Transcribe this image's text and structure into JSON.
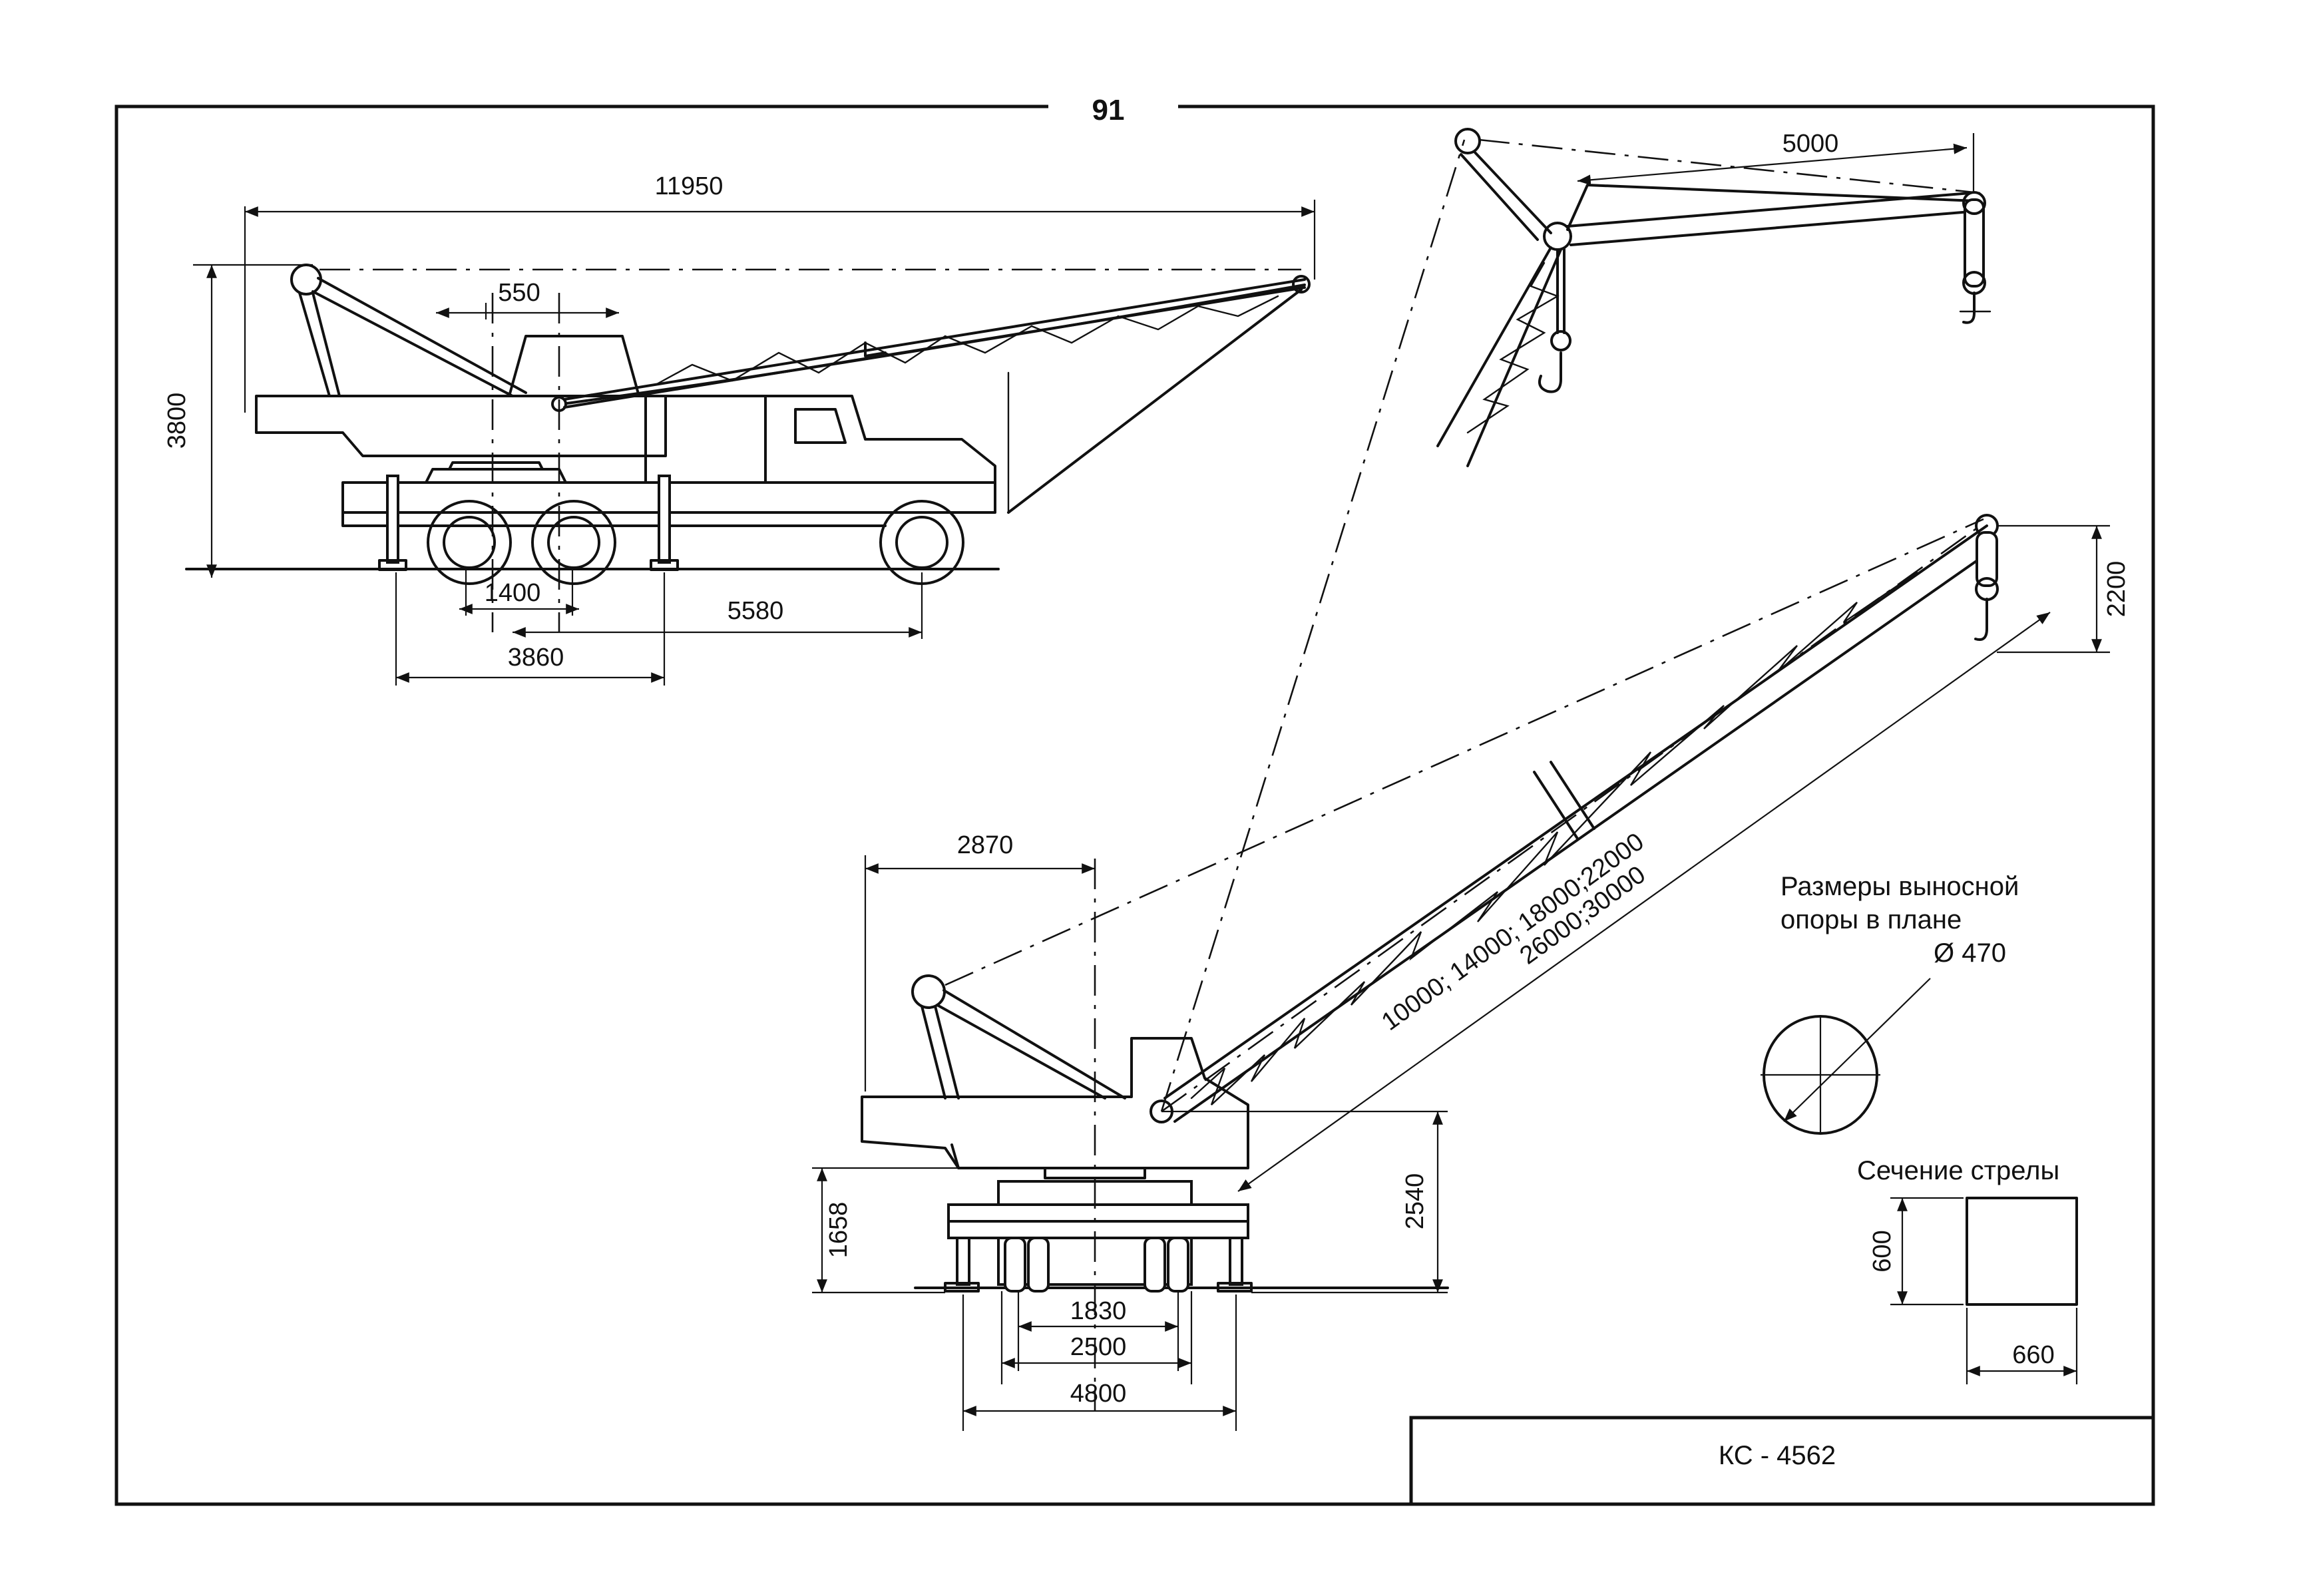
{
  "page_number": "91",
  "model": "КС - 4562",
  "dimensions": {
    "overall_length": "11950",
    "height": "3800",
    "offset_top": "550",
    "wheel_spacing": "1400",
    "outrigger_span": "3860",
    "wheelbase": "5580",
    "jib_length": "5000",
    "radius": "2870",
    "hook_height": "2200",
    "boom_lengths_1": "10000; 14000; 18000;22000",
    "boom_lengths_2": "26000;30000",
    "pivot_height_left": "1658",
    "pivot_height_right": "2540",
    "track_1830": "1830",
    "track_2500": "2500",
    "track_4800": "4800"
  },
  "outrigger_note": {
    "line1": "Размеры выносной",
    "line2": "опоры в плане",
    "diameter": "Ø  470"
  },
  "boom_section": {
    "title": "Сечение стрелы",
    "height": "600",
    "width": "660"
  }
}
